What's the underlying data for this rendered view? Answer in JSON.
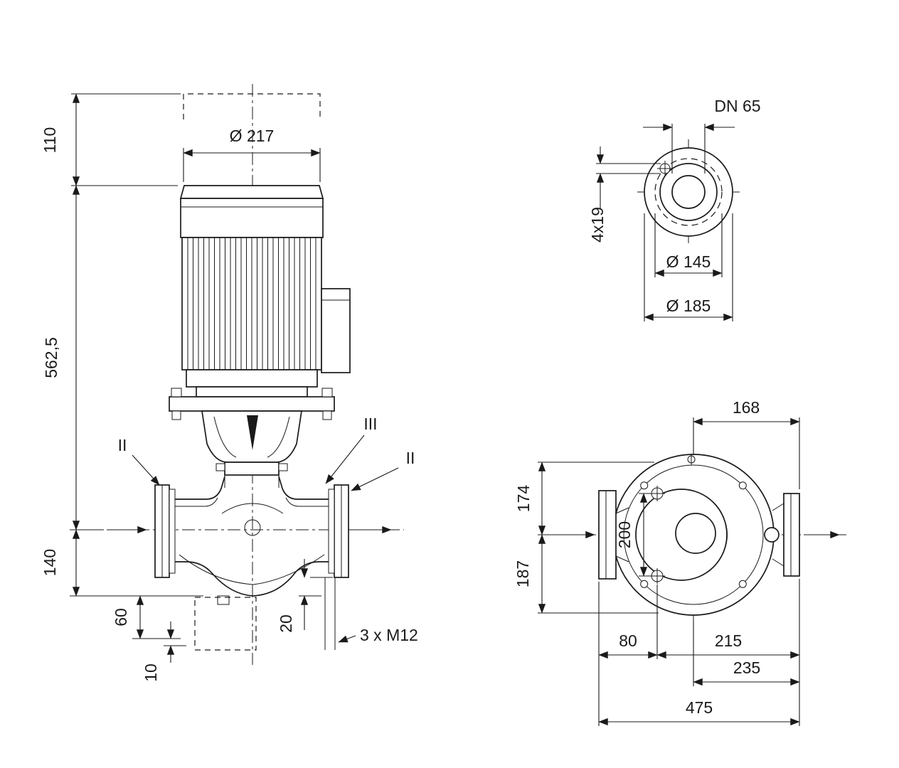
{
  "colors": {
    "line": "#1a1a1a",
    "background": "#ffffff"
  },
  "front": {
    "dim_110": "110",
    "dim_217": "Ø 217",
    "dim_562_5": "562,5",
    "dim_140": "140",
    "dim_60": "60",
    "dim_10": "10",
    "dim_20": "20",
    "note_m12": "3 x M12",
    "section_ii_left": "II",
    "section_iii": "III",
    "section_ii_right": "II"
  },
  "flange": {
    "dim_dn65": "DN 65",
    "dim_4x19": "4x19",
    "dim_145": "Ø 145",
    "dim_185": "Ø 185"
  },
  "top": {
    "dim_168": "168",
    "dim_174": "174",
    "dim_187": "187",
    "dim_200": "200",
    "dim_80": "80",
    "dim_215": "215",
    "dim_235": "235",
    "dim_475": "475"
  }
}
